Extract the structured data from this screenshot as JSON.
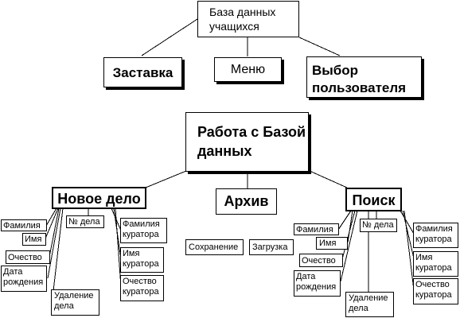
{
  "diagram": {
    "root": "База данных учащихся",
    "root_children": [
      "Заставка",
      "Меню",
      "Выбор пользователя"
    ],
    "main": "Работа с Базой данных",
    "sections": {
      "new_case": {
        "title": "Новое дело",
        "fields": [
          "Фамилия",
          "Имя",
          "Очество",
          "Дата рождения",
          "№ дела",
          "Удаление дела",
          "Фамилия куратора",
          "Имя куратора",
          "Очество куратора"
        ]
      },
      "archive": {
        "title": "Архив",
        "fields": [
          "Сохранение",
          "Загрузка"
        ]
      },
      "search": {
        "title": "Поиск",
        "fields": [
          "Фамилия",
          "Имя",
          "Очество",
          "Дата рождения",
          "№ дела",
          "Удаление дела",
          "Фамилия куратора",
          "Имя куратора",
          "Очество куратора"
        ]
      }
    }
  }
}
